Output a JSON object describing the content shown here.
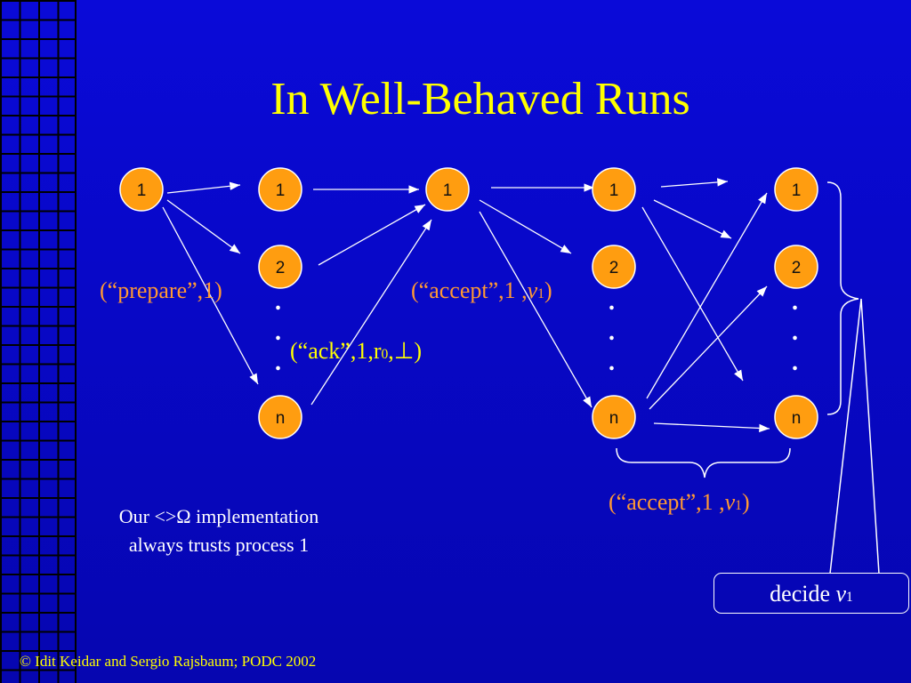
{
  "title": "In Well-Behaved Runs",
  "nodes": [
    {
      "id": "c1-1",
      "label": "1"
    },
    {
      "id": "c2-1",
      "label": "1"
    },
    {
      "id": "c2-2",
      "label": "2"
    },
    {
      "id": "c2-n",
      "label": "n"
    },
    {
      "id": "c3-1",
      "label": "1"
    },
    {
      "id": "c4-1",
      "label": "1"
    },
    {
      "id": "c4-2",
      "label": "2"
    },
    {
      "id": "c4-n",
      "label": "n"
    },
    {
      "id": "c5-1",
      "label": "1"
    },
    {
      "id": "c5-2",
      "label": "2"
    },
    {
      "id": "c5-n",
      "label": "n"
    }
  ],
  "labels": {
    "prepare": "(“prepare”,1)",
    "accept1_prefix": "(“accept”,1 ,",
    "accept1_var": "v",
    "accept1_sub": "1",
    "accept1_suffix": ")",
    "ack_prefix": "(“ack”,1,r",
    "ack_sub": "0",
    "ack_suffix": ",⊥)",
    "accept2_prefix": "(“accept”,1 ,",
    "accept2_var": "v",
    "accept2_sub": "1",
    "accept2_suffix": ")"
  },
  "note": {
    "line1": "Our <>Ω implementation",
    "line2": "always trusts process 1"
  },
  "decide": {
    "text": "decide ",
    "var": "v",
    "sub": "1"
  },
  "footer": "© Idit Keidar and Sergio Rajsbaum; PODC 2002",
  "colors": {
    "background": "#0808c8",
    "title": "#ffff00",
    "node_fill": "#ff9d10",
    "label_orange": "#ff9933",
    "text_white": "#ffffff"
  }
}
